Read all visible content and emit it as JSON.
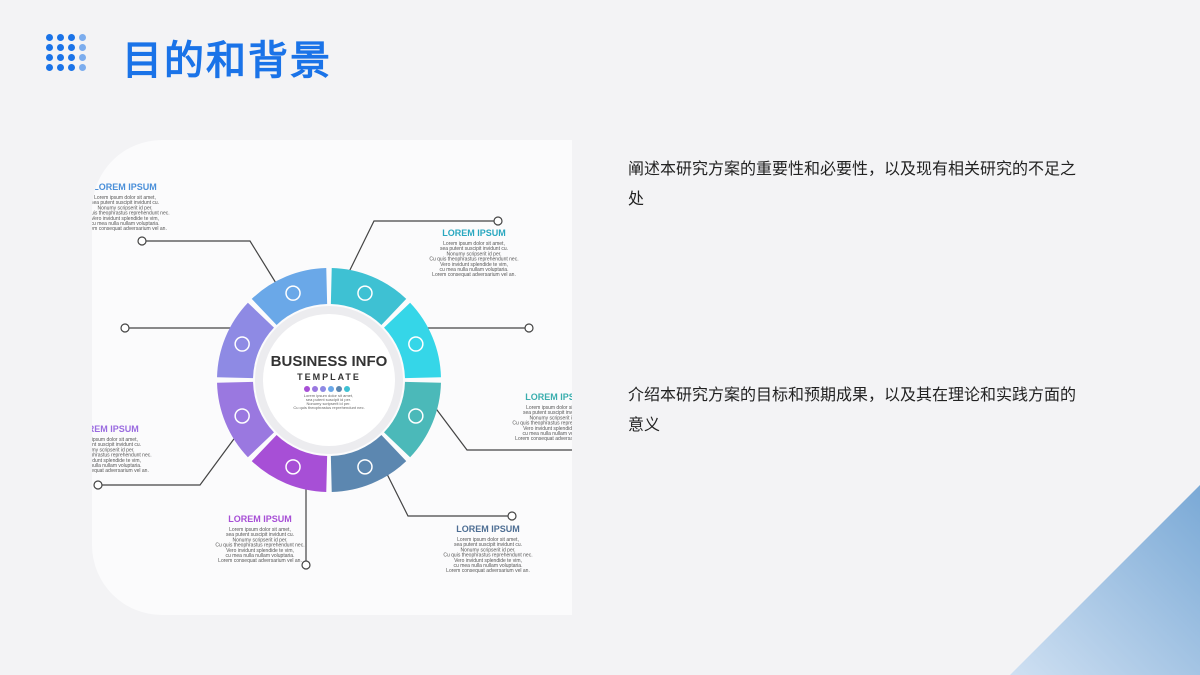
{
  "header": {
    "title": "目的和背景"
  },
  "infographic": {
    "center_title": "BUSINESS INFO",
    "center_subtitle": "TEMPLATE",
    "center_body": [
      "Lorem ipsum dolor sit amet,",
      "sea putent suscipit id per.",
      "Nonumy scripserit id per.",
      "Cu quis theophrastus reprehendunt nec."
    ],
    "label": "LOREM IPSUM",
    "body_lines": [
      "Lorem ipsum dolor sit amet,",
      "sea putent suscipit invidunt cu.",
      "Nonumy scripserit id per.",
      "Cu quis theophrastus reprehendunt nec.",
      "Vero invidunt splendide te vim,",
      "cu mea nulla nullam voluptaria.",
      "Lorem consequat adversarium vel an."
    ],
    "segment_icons": [
      "people-icon",
      "bulb-icon",
      "globe-icon",
      "handshake-icon",
      "gears-icon",
      "search-icon",
      "target-icon",
      "chart-icon"
    ],
    "colors": {
      "blue": "#6aa8e8",
      "teal": "#3ec1d3",
      "cyan": "#35d6e8",
      "green_teal": "#4bb9b9",
      "slate": "#5c87b0",
      "purple": "#a74fd6",
      "violet": "#9a78e0",
      "indigo": "#8e8ae4"
    }
  },
  "texts": {
    "p1": "阐述本研究方案的重要性和必要性，以及现有相关研究的不足之处",
    "p2": "介绍本研究方案的目标和预期成果，以及其在理论和实践方面的意义"
  }
}
